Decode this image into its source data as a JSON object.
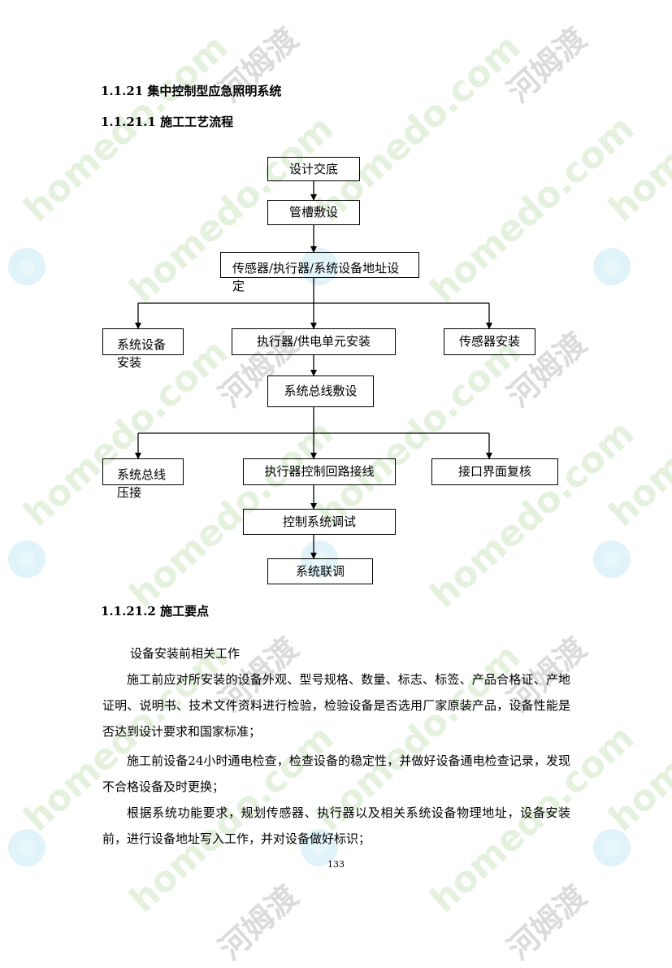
{
  "watermark": {
    "site": "homedo.com",
    "brand": "河姆渡"
  },
  "section": {
    "title": "1.1.21 集中控制型应急照明系统",
    "sub1": "1.1.21.1 施工工艺流程",
    "sub2": "1.1.21.2 施工要点"
  },
  "flow": {
    "step1": "设计交底",
    "step2": "管槽敷设",
    "step3": "传感器/执行器/系统设备地址设定",
    "step4a": "系统设备安装",
    "step4b": "执行器/供电单元安装",
    "step4c": "传感器安装",
    "step5": "系统总线敷设",
    "step6a": "系统总线压接",
    "step6b": "执行器控制回路接线",
    "step6c": "接口界面复核",
    "step7": "控制系统调试",
    "step8": "系统联调"
  },
  "body": {
    "p1": "设备安装前相关工作",
    "p2": "施工前应对所安装的设备外观、型号规格、数量、标志、标签、产品合格证、产地证明、说明书、技术文件资料进行检验，检验设备是否选用厂家原装产品，设备性能是否达到设计要求和国家标准；",
    "p3": "施工前设备24小时通电检查，检查设备的稳定性，并做好设备通电检查记录，发现不合格设备及时更换；",
    "p4": "根据系统功能要求，规划传感器、执行器以及相关系统设备物理地址，设备安装前，进行设备地址写入工作，并对设备做好标识；"
  },
  "page_number": "133"
}
